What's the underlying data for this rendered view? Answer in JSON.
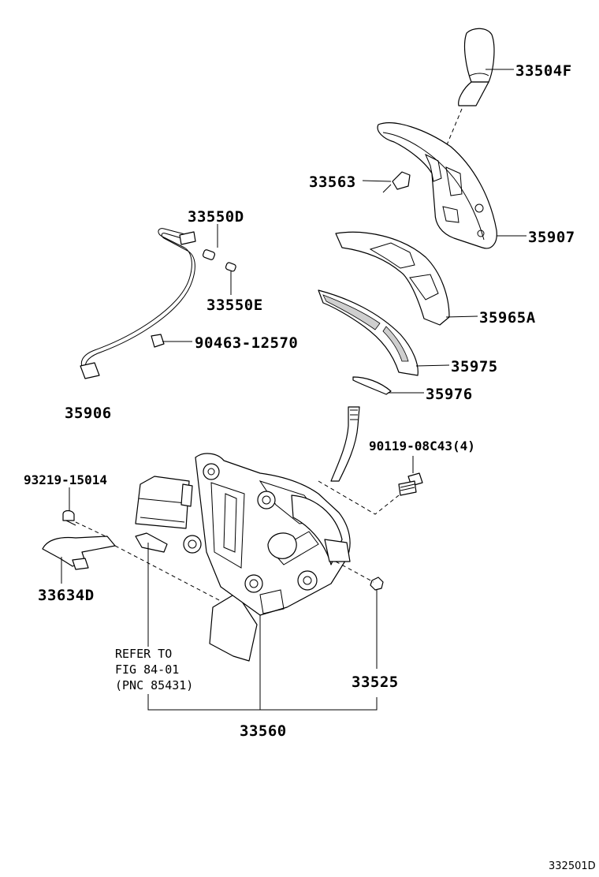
{
  "labels": {
    "p33504F": "33504F",
    "p33563": "33563",
    "p35907": "35907",
    "p33550D": "33550D",
    "p33550E": "33550E",
    "p35965A": "35965A",
    "p90463": "90463-12570",
    "p35975": "35975",
    "p35906": "35906",
    "p35976": "35976",
    "p90119": "90119-08C43(4)",
    "p93219": "93219-15014",
    "p33634D": "33634D",
    "p33525": "33525",
    "p33560": "33560"
  },
  "note": {
    "line1": "REFER TO",
    "line2": "FIG 84-01",
    "line3": "(PNC 85431)"
  },
  "figure_id": "332501D"
}
